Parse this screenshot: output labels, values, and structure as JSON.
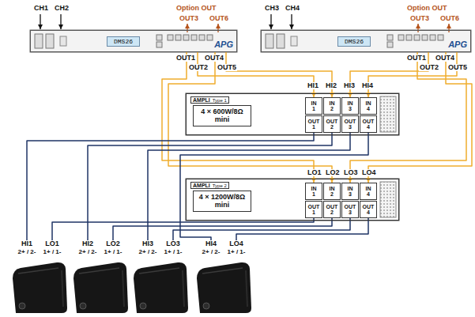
{
  "diagram": {
    "nodes": [
      {
        "text": [
          "DMS26",
          "APG"
        ]
      },
      {
        "text": [
          "DMS26",
          "APG"
        ]
      },
      {
        "text": [
          "AMPLI",
          "Type 1",
          "4 × 600W/8Ω mini"
        ]
      },
      {
        "text": [
          "IN 1"
        ],
        "in": 2
      },
      {
        "text": [
          "IN 2"
        ],
        "in": 2
      },
      {
        "text": [
          "IN 3"
        ],
        "in": 2
      },
      {
        "text": [
          "IN 4"
        ],
        "in": 2
      },
      {
        "text": [
          "OUT 1"
        ],
        "in": 2
      },
      {
        "text": [
          "OUT 2"
        ],
        "in": 2
      },
      {
        "text": [
          "OUT 3"
        ],
        "in": 2
      },
      {
        "text": [
          "OUT 4"
        ],
        "in": 2
      },
      {
        "text": [
          "AMPLI",
          "Type 2",
          "4 × 1200W/8Ω mini"
        ]
      },
      {
        "text": [
          "IN 1"
        ],
        "in": 11
      },
      {
        "text": [
          "IN 2"
        ],
        "in": 11
      },
      {
        "text": [
          "IN 3"
        ],
        "in": 11
      },
      {
        "text": [
          "IN 4"
        ],
        "in": 11
      },
      {
        "text": [
          "OUT 1"
        ],
        "in": 11
      },
      {
        "text": [
          "OUT 2"
        ],
        "in": 11
      },
      {
        "text": [
          "OUT 3"
        ],
        "in": 11
      },
      {
        "text": [
          "OUT 4"
        ],
        "in": 11
      },
      {
        "text": [
          "HI1",
          "2+ / 2-",
          "LO1",
          "1+ / 1-"
        ]
      },
      {
        "text": [
          "HI2",
          "2+ / 2-",
          "LO2",
          "1+ / 1-"
        ]
      },
      {
        "text": [
          "HI3",
          "2+ / 2-",
          "LO3",
          "1+ / 1-"
        ]
      },
      {
        "text": [
          "HI4",
          "2+ / 2-",
          "LO4",
          "1+ / 1-"
        ]
      }
    ],
    "edges": [
      {
        "from": 0,
        "to": 3,
        "arrow": "to"
      },
      {
        "from": 0,
        "to": 4,
        "arrow": "to"
      },
      {
        "from": 1,
        "to": 5,
        "arrow": "to"
      },
      {
        "from": 1,
        "to": 6,
        "arrow": "to"
      },
      {
        "from": 0,
        "to": 12,
        "arrow": "to"
      },
      {
        "from": 0,
        "to": 13,
        "arrow": "to"
      },
      {
        "from": 1,
        "to": 14,
        "arrow": "to"
      },
      {
        "from": 1,
        "to": 15,
        "arrow": "to"
      },
      {
        "from": 7,
        "to": 20,
        "arrow": "none"
      },
      {
        "from": 8,
        "to": 21,
        "arrow": "none"
      },
      {
        "from": 9,
        "to": 22,
        "arrow": "none"
      },
      {
        "from": 10,
        "to": 23,
        "arrow": "none"
      },
      {
        "from": 16,
        "to": 20,
        "arrow": "none"
      },
      {
        "from": 17,
        "to": 21,
        "arrow": "none"
      },
      {
        "from": 18,
        "to": 22,
        "arrow": "none"
      },
      {
        "from": 19,
        "to": 23,
        "arrow": "none"
      }
    ],
    "labels": [
      "CH1",
      "CH2",
      "Option OUT",
      "OUT3",
      "OUT6",
      "OUT1",
      "OUT4",
      "OUT2",
      "OUT5",
      "CH3",
      "CH4",
      "Option OUT",
      "OUT3",
      "OUT6",
      "OUT1",
      "OUT4",
      "OUT2",
      "OUT5",
      "HI1",
      "HI2",
      "HI3",
      "HI4",
      "LO1",
      "LO2",
      "LO3",
      "LO4"
    ]
  }
}
